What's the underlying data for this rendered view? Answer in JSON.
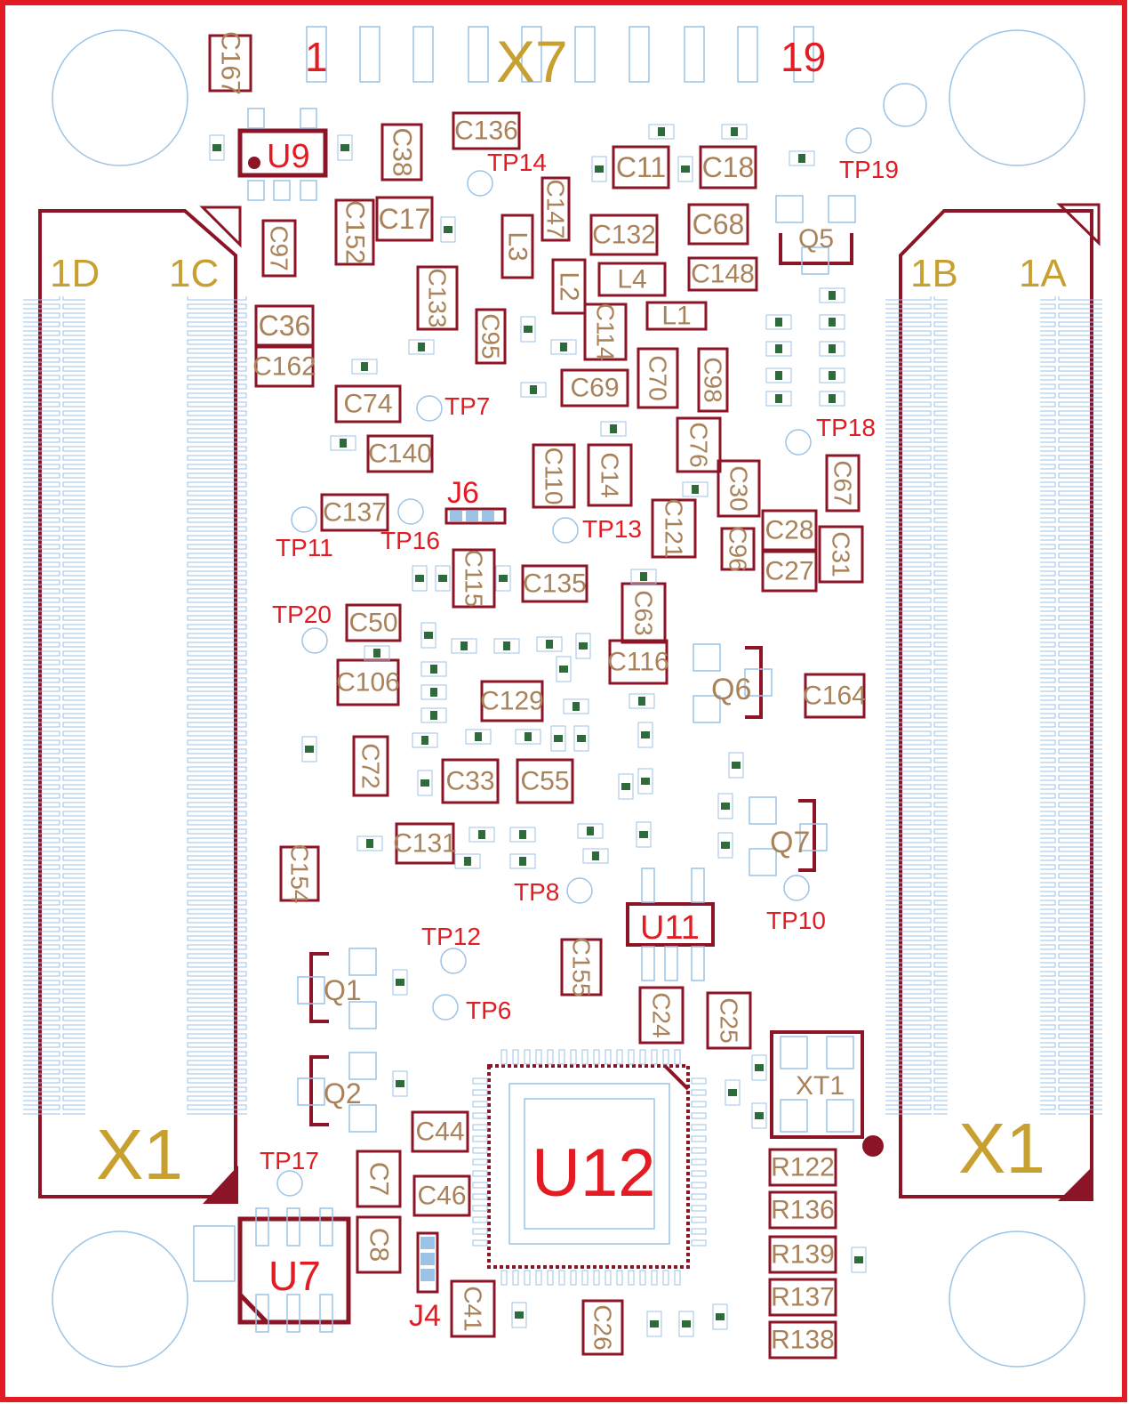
{
  "colors": {
    "border": "#e31b23",
    "outline": "#8b1426",
    "pad": "#9cc3e6",
    "gold": "#c8a030",
    "ref": "#a9825a",
    "red": "#e31b23",
    "green": "#2f6b3a"
  },
  "connector": {
    "ref": "X7",
    "pin_first": "1",
    "pin_last": "19",
    "bank_labels": [
      "1D",
      "1C",
      "1B",
      "1A"
    ],
    "x1_label": "X1"
  },
  "ics": {
    "u9": "U9",
    "u7": "U7",
    "u11": "U11",
    "u12": "U12",
    "j6": "J6",
    "j4": "J4",
    "q1": "Q1",
    "q2": "Q2",
    "q5": "Q5",
    "q6": "Q6",
    "q7": "Q7",
    "xt1": "XT1"
  },
  "test_points": [
    "TP14",
    "TP19",
    "TP7",
    "TP18",
    "TP11",
    "TP16",
    "TP13",
    "TP20",
    "TP8",
    "TP10",
    "TP12",
    "TP6",
    "TP17"
  ],
  "components": [
    "C167",
    "C136",
    "C38",
    "C11",
    "C18",
    "C152",
    "C17",
    "C147",
    "C132",
    "C68",
    "C97",
    "L3",
    "C148",
    "C133",
    "L2",
    "L4",
    "C36",
    "L1",
    "C95",
    "C114",
    "C162",
    "C70",
    "C98",
    "C69",
    "C74",
    "C140",
    "C76",
    "C110",
    "C14",
    "C30",
    "C67",
    "C137",
    "C121",
    "C28",
    "C96",
    "C31",
    "C27",
    "C115",
    "C135",
    "C63",
    "C50",
    "C116",
    "C106",
    "Q6",
    "C129",
    "C164",
    "C72",
    "C33",
    "C55",
    "C131",
    "C154",
    "C155",
    "C24",
    "C25",
    "C44",
    "C7",
    "C46",
    "C8",
    "C41",
    "C26",
    "R122",
    "R136",
    "R139",
    "R137",
    "R138"
  ]
}
